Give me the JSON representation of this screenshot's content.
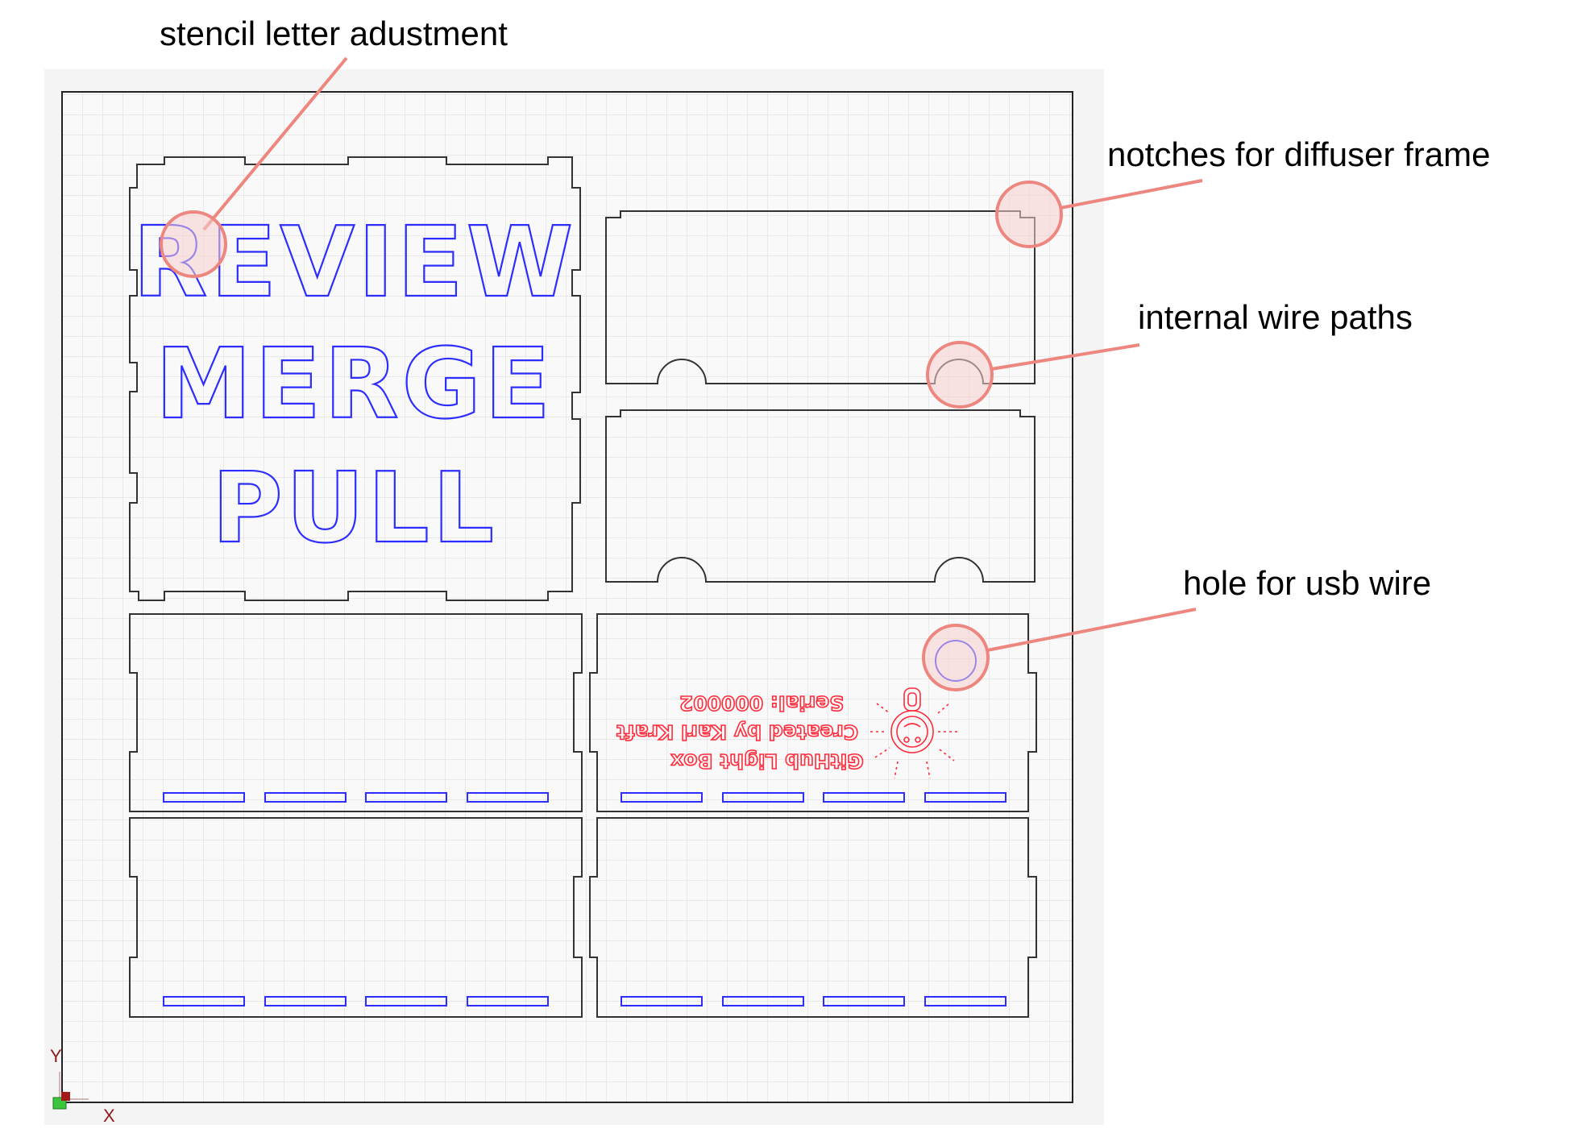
{
  "callouts": {
    "stencil": "stencil letter adustment",
    "notches": "notches for diffuser frame",
    "wire_paths": "internal wire paths",
    "usb_hole": "hole for usb wire"
  },
  "stencil_text": {
    "line1": "REVIEW",
    "line2": "MERGE",
    "line3": "PULL"
  },
  "engraving": {
    "line1": "GitHub Light Box",
    "line2": "Created by Karl Kraft",
    "line3": "Serial: 000002"
  },
  "axes": {
    "y": "Y",
    "x": "X"
  },
  "colors": {
    "cut_line": "#333333",
    "stencil": "#2d2dff",
    "engrave": "#ff2a3a",
    "callout_line": "#ee8680",
    "callout_fill": "#f6cfcd",
    "grid": "#dedede",
    "canvas_bg": "#f4f4f4"
  }
}
